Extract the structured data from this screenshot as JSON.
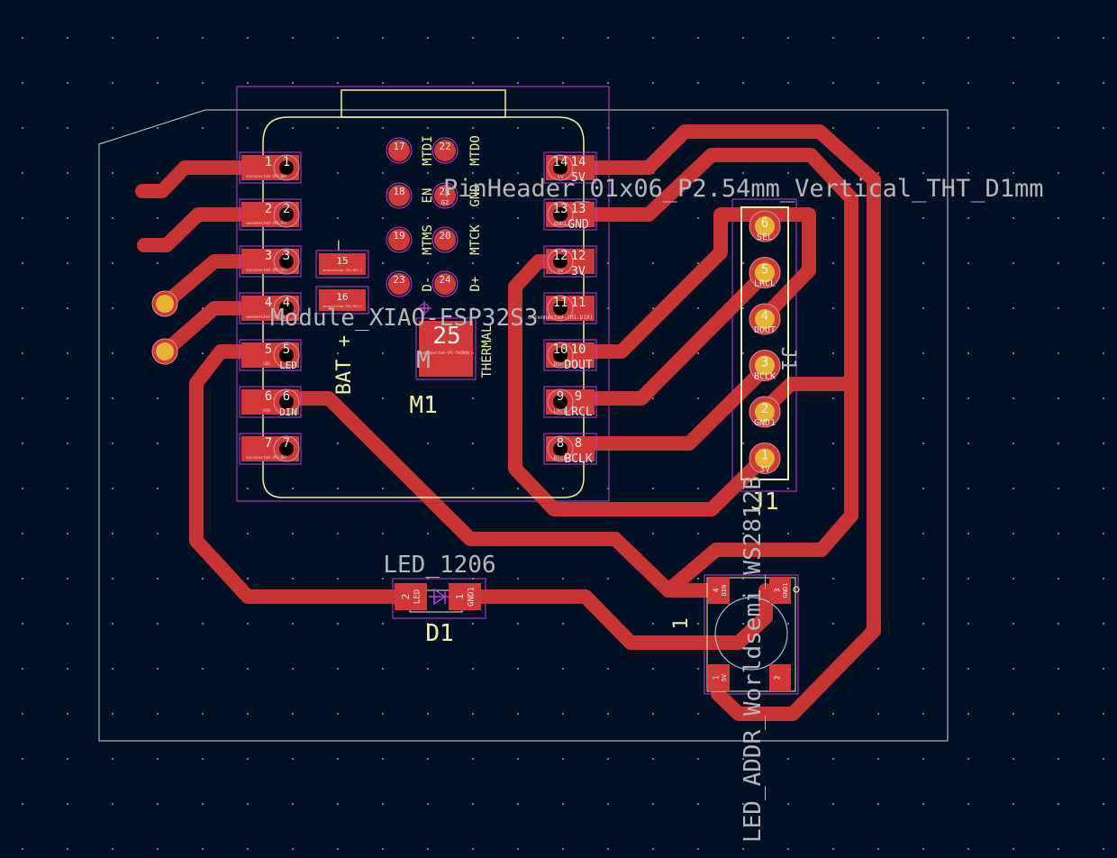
{
  "colors": {
    "background": "#001023",
    "grid_dot": "#848484",
    "copper": "#c83434",
    "pad": "#d13838",
    "pad_outline": "#e0908c",
    "silkscreen": "#f2eda1",
    "courtyard": "#c43bd8",
    "outline": "#d0d2cd",
    "fab_text": "#b7b7b7",
    "via_fill": "#e4b532",
    "drill": "#000000"
  },
  "module_m1": {
    "reference": "M1",
    "value": "Module_XIAO-ESP32S3",
    "value_fragment": "M",
    "left_pads": [
      {
        "num": "1",
        "net": "unconnected-(M1-D0)"
      },
      {
        "num": "2",
        "net": "unconnected-(M1-D1)"
      },
      {
        "num": "3",
        "net": "unconnected-(M1-D2)"
      },
      {
        "num": "4",
        "net": "unconnected-(M1-D3)"
      },
      {
        "num": "5",
        "net": "LED"
      },
      {
        "num": "6",
        "net": "DIN"
      },
      {
        "num": "7",
        "net": "unconnected-(M1-D6)"
      }
    ],
    "right_pads": [
      {
        "num": "14",
        "net": "5V"
      },
      {
        "num": "13",
        "net": "GND1"
      },
      {
        "num": "12",
        "net": "3V"
      },
      {
        "num": "11",
        "net": "unconnected-(M1-D10)"
      },
      {
        "num": "10",
        "net": "DOUT"
      },
      {
        "num": "9",
        "net": "LRCL"
      },
      {
        "num": "8",
        "net": "BCLK"
      }
    ],
    "pad_net_tags_right": [
      "5V",
      "GND",
      "3V",
      "",
      "DOUT",
      "LRCL",
      "BCLK"
    ],
    "pad_net_tags_left": [
      "",
      "",
      "",
      "",
      "LED",
      "DIN",
      ""
    ],
    "smd_pads": [
      {
        "num": "15",
        "net": "unconnected-(M1-BAT-)"
      },
      {
        "num": "16",
        "net": "unconnected-(M1-BAT+)"
      }
    ],
    "thermal_pad": {
      "num": "25",
      "net": "unconnected-(M1-THERMAL)"
    },
    "back_pads": [
      {
        "num": "17",
        "label": "MTDI"
      },
      {
        "num": "22",
        "label": "MTDO"
      },
      {
        "num": "18",
        "label": "EN"
      },
      {
        "num": "21",
        "label": "GND",
        "net": "G2"
      },
      {
        "num": "19",
        "label": "MTMS"
      },
      {
        "num": "20",
        "label": "MTCK"
      },
      {
        "num": "23",
        "label": "D-"
      },
      {
        "num": "24",
        "label": "D+"
      }
    ],
    "silk_labels": {
      "bat_plus": "BAT +",
      "bat_minus": "—",
      "thermal": "THERMAL"
    }
  },
  "header_j1": {
    "reference": "J1",
    "value": "PinHeader_01x06_P2.54mm_Vertical_THT_D1mm",
    "pins": [
      {
        "num": "6",
        "net": "SEL"
      },
      {
        "num": "5",
        "net": "LRCL"
      },
      {
        "num": "4",
        "net": "DOUT"
      },
      {
        "num": "3",
        "net": "BCLK"
      },
      {
        "num": "2",
        "net": "GND1"
      },
      {
        "num": "1",
        "net": "3V"
      }
    ]
  },
  "led_d1": {
    "reference": "D1",
    "value": "LED_1206",
    "pads": [
      {
        "num": "2",
        "net": "LED"
      },
      {
        "num": "1",
        "net": "GND1"
      }
    ]
  },
  "led_ws": {
    "reference": "1",
    "value": "LED_ADDR_Worldsemi_WS2812B",
    "pads": [
      {
        "num": "4",
        "net": "DIN"
      },
      {
        "num": "3",
        "net": "GND1"
      },
      {
        "num": "1",
        "net": "5V"
      },
      {
        "num": "2",
        "net": ""
      }
    ]
  }
}
